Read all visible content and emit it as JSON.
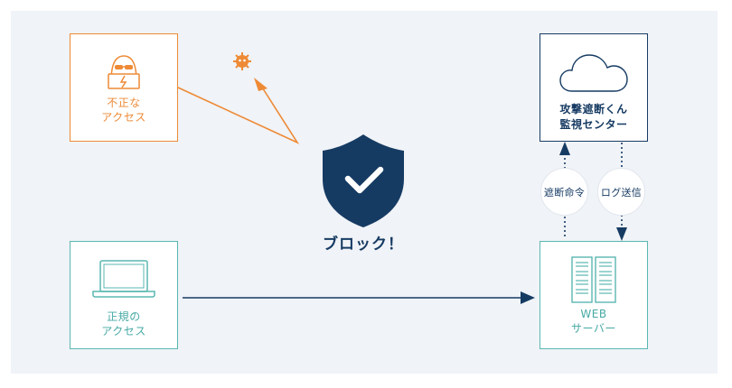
{
  "nodes": {
    "unauthorized": {
      "label": "不正な\nアクセス",
      "icon": "hacker-icon"
    },
    "legit": {
      "label": "正規の\nアクセス",
      "icon": "laptop-icon"
    },
    "center": {
      "label": "攻撃遮断くん\n監視センター",
      "icon": "cloud-icon"
    },
    "server": {
      "label": "WEB\nサーバー",
      "icon": "server-icon"
    }
  },
  "shield": {
    "label": "ブロック！",
    "icon": "shield-check-icon"
  },
  "edges": {
    "block_command": "遮断命令",
    "log_send": "ログ送信"
  },
  "colors": {
    "orange": "#ee8a36",
    "teal": "#5ab7b1",
    "navy": "#163b63",
    "background": "#f0f3f7"
  }
}
